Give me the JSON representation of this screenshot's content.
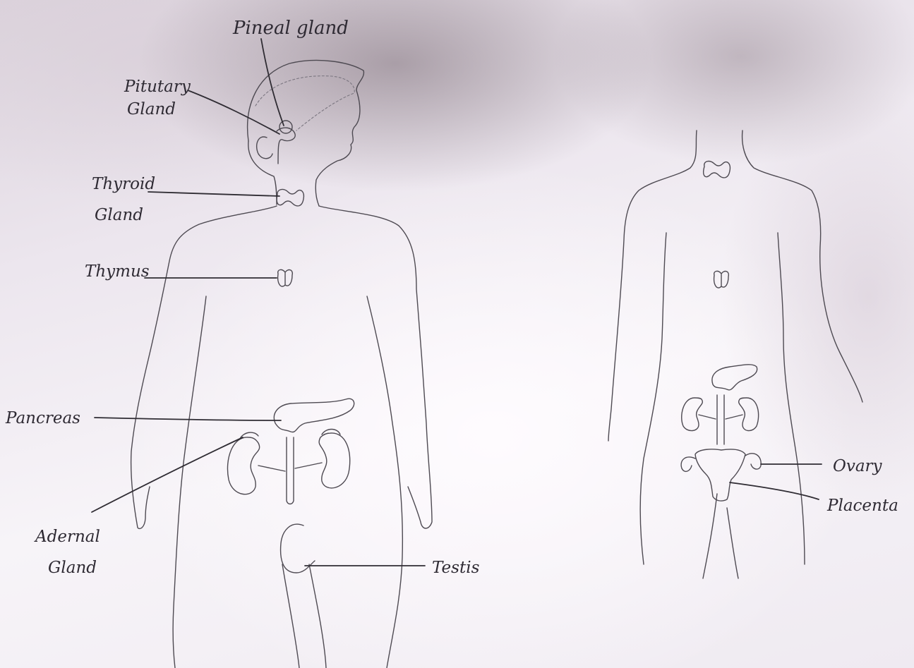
{
  "labels": {
    "pineal": "Pineal gland",
    "pituitary_1": "Pitutary",
    "pituitary_2": "Gland",
    "thyroid_1": "Thyroid",
    "thyroid_2": "Gland",
    "thymus": "Thymus",
    "pancreas": "Pancreas",
    "adrenal_1": "Adernal",
    "adrenal_2": "Gland",
    "testis": "Testis",
    "ovary": "Ovary",
    "placenta": "Placenta"
  },
  "colors": {
    "paper": "#f2eef3",
    "pencil": "#4e4a52",
    "ink": "#2e2a33"
  }
}
